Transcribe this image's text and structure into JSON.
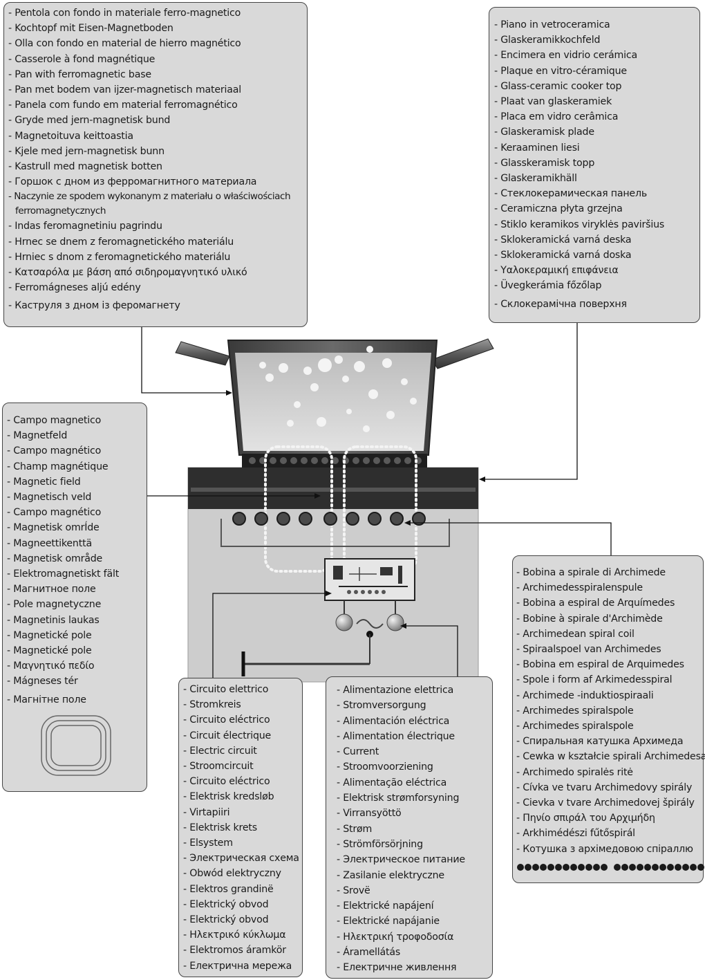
{
  "pan_labels": [
    "- Pentola con fondo in materiale ferro-magnetico",
    "- Kochtopf mit Eisen-Magnetboden",
    "- Olla con fondo en material de hierro magnético",
    "- Casserole à fond magnétique",
    "- Pan with ferromagnetic base",
    "- Pan met bodem van ijzer-magnetisch materiaal",
    "- Panela com fundo em material ferromagnético",
    "- Gryde med jern-magnetisk bund",
    "- Magnetoituva keittoastia",
    "- Kjele med jern-magnetisk bunn",
    "- Kastrull med magnetisk botten",
    "- Горшок с дном из ферромагнитного материала",
    "- Naczynie ze spodem wykonanym z materiału o właściwościach ferromagnetycznych",
    "- Indas feromagnetiniu pagrindu",
    "- Hrnec se dnem z feromagnetického materiálu",
    "- Hrniec s dnom z feromagnetického materiálu",
    "- Κατσαρόλα με βάση από σιδηρομαγνητικό υλικό",
    "- Ferromágneses aljú edény",
    "- Каструля з дном із феромагнету"
  ],
  "cooker_labels": [
    "- Piano in vetroceramica",
    "- Glaskeramikkochfeld",
    "- Encimera en vidrio cerámica",
    "- Plaque en vitro-céramique",
    "- Glass-ceramic cooker top",
    "- Plaat van glaskeramiek",
    "- Placa em vidro cerâmica",
    "- Glaskeramisk plade",
    "- Keraaminen liesi",
    "- Glasskeramisk topp",
    "- Glaskeramikhäll",
    "- Стеклокерамическая панель",
    "- Ceramiczna płyta grzejna",
    "- Stiklo keramikos viryklės paviršius",
    "- Sklokeramická varná deska",
    "- Sklokeramická varná doska",
    "- Υαλοκεραμική επιφάνεια",
    "- Üvegkerámia főzőlap",
    "- Склокерамічна поверхня"
  ],
  "field_labels": [
    "- Campo magnetico",
    "- Magnetfeld",
    "- Campo magnético",
    "- Champ magnétique",
    "- Magnetic field",
    "- Magnetisch veld",
    "- Campo magnético",
    "- Magnetisk omrÍde",
    "- Magneettikenttä",
    "- Magnetisk område",
    "- Elektromagnetiskt fält",
    "- Магнитное поле",
    "- Pole magnetyczne",
    "- Magnetinis laukas",
    "- Magnetické pole",
    "- Magnetické pole",
    "- Μαγνητικό πεδίο",
    "- Mágneses tér",
    "- Магнітне поле"
  ],
  "coil_labels": [
    "- Bobina a spirale di Archimede",
    "- Archimedesspiralenspule",
    "- Bobina a espiral de Arquímedes",
    "- Bobine à spirale d'Archimède",
    "- Archimedean spiral coil",
    "- Spiraalspoel van Archimedes",
    "- Bobina em espiral de Arquimedes",
    "- Spole i form af Arkimedesspiral",
    "- Archimede -induktiospiraali",
    "- Archimedes spiralspole",
    "- Archimedes spiralspole",
    "- Спиральная катушка Архимеда",
    "- Cewka w kształcie spirali Archimedesa",
    "- Archimedo spiralės ritė",
    "- Cívka ve tvaru Archimedovy spirály",
    "- Cievka v tvare Archimedovej špirály",
    "- Πηνίο σπιράλ του Αρχιμήδη",
    "- Arkhimédészi fűtőspirál",
    "- Котушка з архімедовою спіраллю"
  ],
  "circuit_labels": [
    "- Circuito elettrico",
    "- Stromkreis",
    "- Circuito eléctrico",
    "- Circuit électrique",
    "- Electric circuit",
    "- Stroomcircuit",
    "- Circuito eléctrico",
    "- Elektrisk kredsløb",
    "- Virtapiiri",
    "- Elektrisk krets",
    "- Elsystem",
    "- Электрическая схема",
    "- Obwód elektryczny",
    "- Elektros grandinë",
    "- Elektrický obvod",
    "- Elektrický obvod",
    "- Ηλεκτρικό κύκλωμα",
    "- Elektromos áramkör",
    "- Електрична мережа"
  ],
  "power_labels": [
    "- Alimentazione elettrica",
    "- Stromversorgung",
    "- Alimentación eléctrica",
    "- Alimentation électrique",
    "- Current",
    "- Stroomvoorziening",
    "- Alimentação eléctrica",
    "- Elektrisk strømforsyning",
    "- Virransyöttö",
    "- Strøm",
    "- Strömförsörjning",
    "- Электрическое питание",
    "- Zasilanie elektryczne",
    "- Srovë",
    "- Elektrické napájení",
    "- Elektrické napájanie",
    "- Ηλεκτρική τροφοδοσία",
    "- Áramellátás",
    "- Електричне живлення"
  ],
  "colors": {
    "box_fill": "#d9d9d9",
    "box_border": "#444444",
    "cooker_body": "#c9c9c9",
    "glass_top": "#2e2e2e",
    "pan_metal": "#4a4a4a",
    "water": "#d3d3d3",
    "coil_dot": "#1a1a1a"
  },
  "icons": {
    "field": "rounded-square-coil-icon",
    "coil_dots": "coil-dots-icon"
  }
}
